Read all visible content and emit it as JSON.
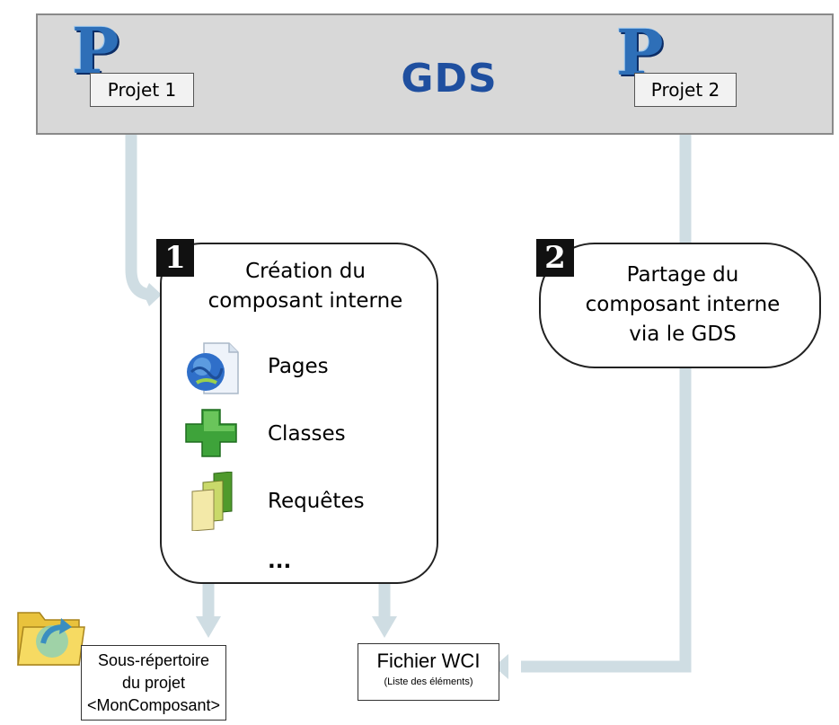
{
  "header": {
    "title": "GDS"
  },
  "projects": [
    {
      "logo": "P",
      "label": "Projet 1"
    },
    {
      "logo": "P",
      "label": "Projet 2"
    }
  ],
  "step1": {
    "number": "1",
    "title_line1": "Création du",
    "title_line2": "composant interne",
    "items": [
      {
        "icon": "globe-page-icon",
        "label": "Pages"
      },
      {
        "icon": "green-cross-icon",
        "label": "Classes"
      },
      {
        "icon": "query-pages-icon",
        "label": "Requêtes"
      }
    ],
    "more": "..."
  },
  "step2": {
    "number": "2",
    "line1": "Partage du",
    "line2": "composant interne",
    "line3": "via le GDS"
  },
  "subfolder": {
    "icon": "folder-icon",
    "line1": "Sous-répertoire",
    "line2": "du projet",
    "line3": "<MonComposant>"
  },
  "wci_file": {
    "title": "Fichier WCI",
    "subtitle": "(Liste des éléments)"
  },
  "colors": {
    "arrow": "#cfdde3",
    "title": "#1f4f9f",
    "logo": "#2e6fb8"
  }
}
